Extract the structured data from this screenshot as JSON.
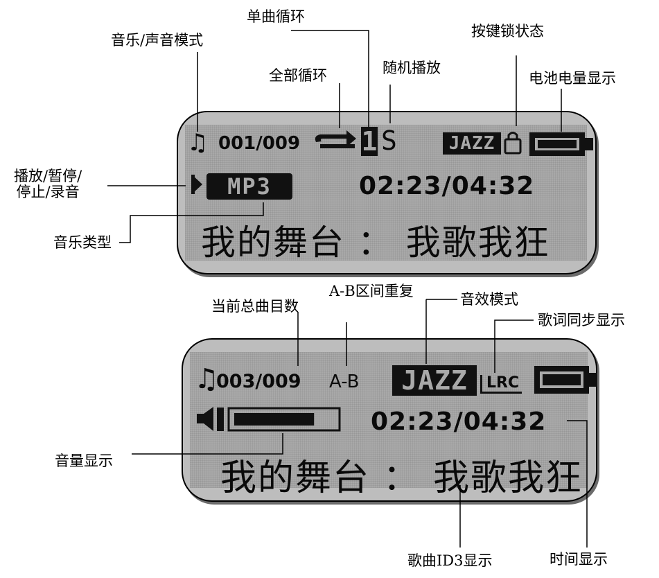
{
  "callouts": {
    "single_loop": "单曲循环",
    "music_sound_mode": "音乐/声音模式",
    "key_lock_status": "按键锁状态",
    "repeat_all": "全部循环",
    "shuffle": "随机播放",
    "battery_level": "电池电量显示",
    "play_pause_stop_record_line1": "播放/暂停/",
    "play_pause_stop_record_line2": "停止/录音",
    "music_type": "音乐类型",
    "total_tracks": "当前总曲目数",
    "ab_repeat": "A-B区间重复",
    "eq_mode": "音效模式",
    "lyric_sync": "歌词同步显示",
    "volume_display": "音量显示",
    "id3_display": "歌曲ID3显示",
    "time_display": "时间显示"
  },
  "screen1": {
    "track_count": "001/009",
    "repeat_one_digit": "1",
    "shuffle_glyph": "S",
    "eq_badge": "JAZZ",
    "format_badge": "MP3",
    "time": "02:23/04:32",
    "song_title": "我的舞台 ： 我歌我狂",
    "battery_level": 1.0
  },
  "screen2": {
    "track_count": "003/009",
    "ab_text": "A-B",
    "eq_badge": "JAZZ",
    "lrc_badge": "LRC",
    "time": "02:23/04:32",
    "song_title": "我的舞台 ： 我歌我狂",
    "volume_level": 0.8,
    "battery_level": 1.0
  }
}
